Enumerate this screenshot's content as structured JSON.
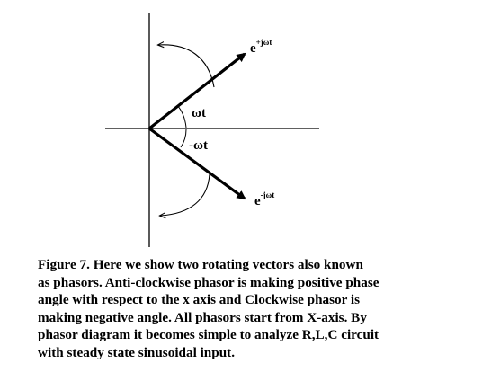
{
  "diagram": {
    "labels": {
      "upper_base": "e",
      "upper_exp": "+jωt",
      "angle_positive": "ωt",
      "angle_negative": "-ωt",
      "lower_base": "e",
      "lower_exp": "-jωt"
    },
    "colors": {
      "ink": "#000000",
      "background": "#ffffff"
    }
  },
  "caption": {
    "lines": [
      "Figure 7. Here we show two rotating vectors also known",
      "as phasors. Anti-clockwise phasor is making positive phase",
      "angle with respect to the x axis and Clockwise phasor is",
      "making negative angle. All phasors start from X-axis. By",
      "phasor diagram it becomes simple to analyze R,L,C circuit",
      "with steady state sinusoidal input."
    ]
  }
}
